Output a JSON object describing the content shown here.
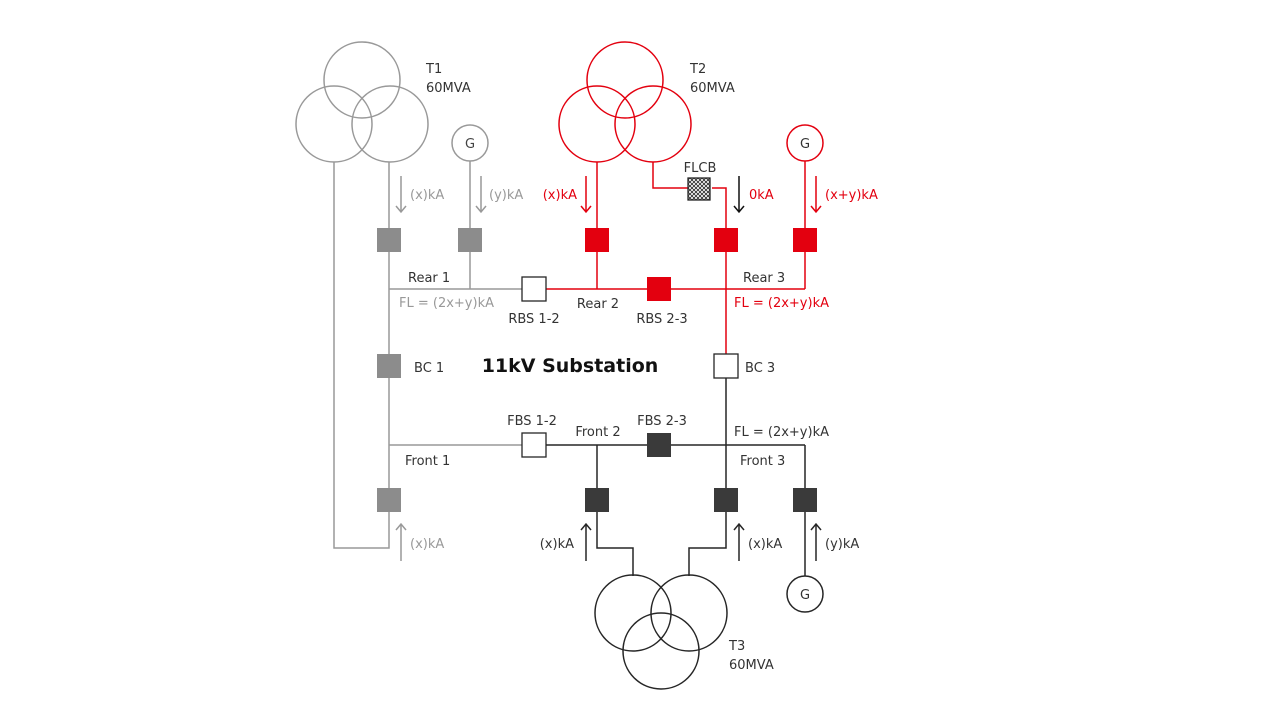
{
  "colors": {
    "t1_side": "#999999",
    "t2_side": "#e3000f",
    "t3_side": "#262626",
    "breaker_grey": "#8c8c8c",
    "breaker_red": "#e3000f",
    "breaker_dark": "#3a3a3a",
    "open_breaker": "#ffffff"
  },
  "title": "11kV Substation",
  "transformers": {
    "t1": {
      "name": "T1",
      "rating": "60MVA"
    },
    "t2": {
      "name": "T2",
      "rating": "60MVA"
    },
    "t3": {
      "name": "T3",
      "rating": "60MVA"
    }
  },
  "generator_label": "G",
  "currents": {
    "t1_feed": "(x)kA",
    "gen1_feed": "(y)kA",
    "t2_feed": "(x)kA",
    "flcb_feed": "0kA",
    "gen2_feed": "(x+y)kA",
    "t1_bottom_feed": "(x)kA",
    "t3_left_feed": "(x)kA",
    "t3_right_feed": "(x)kA",
    "gen3_feed": "(y)kA"
  },
  "device_labels": {
    "flcb": "FLCB",
    "rbs12": "RBS 1-2",
    "rbs23": "RBS 2-3",
    "bc1": "BC 1",
    "bc3": "BC 3",
    "fbs12": "FBS 1-2",
    "fbs23": "FBS 2-3"
  },
  "bus_labels": {
    "rear1": "Rear 1",
    "rear2": "Rear 2",
    "rear3": "Rear 3",
    "front1": "Front 1",
    "front2": "Front 2",
    "front3": "Front 3"
  },
  "fault_levels": {
    "rear1": "FL = (2x+y)kA",
    "rear3": "FL = (2x+y)kA",
    "front3": "FL = (2x+y)kA"
  }
}
